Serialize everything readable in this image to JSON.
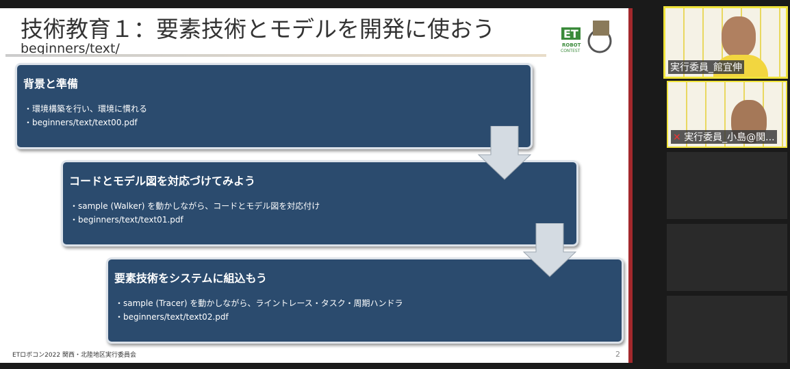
{
  "slide": {
    "title": "技術教育１：要素技術とモデルを開発に使おう",
    "subtitle": "beginners/text/",
    "logo_text": "ET ROBOT CONTEST",
    "steps": [
      {
        "heading": "背景と準備",
        "items": [
          "・環境構築を行い、環境に慣れる",
          "・beginners/text/text00.pdf"
        ]
      },
      {
        "heading": "コードとモデル図を対応づけてみよう",
        "items": [
          "・sample (Walker) を動かしながら、コードとモデル図を対応付け",
          "・beginners/text/text01.pdf"
        ]
      },
      {
        "heading": "要素技術をシステムに組込もう",
        "items": [
          "・sample (Tracer) を動かしながら、ライントレース・タスク・周期ハンドラ",
          "・beginners/text/text02.pdf"
        ]
      }
    ],
    "footer": "ETロボコン2022 関西・北陸地区実行委員会",
    "page_number": "2"
  },
  "participants": [
    {
      "name": "実行委員_館宜伸"
    },
    {
      "name": "実行委員_小島@関..."
    }
  ],
  "colors": {
    "box": "#2b4b6e",
    "accent": "#a3282c",
    "speaker_border": "#f0e33a"
  }
}
